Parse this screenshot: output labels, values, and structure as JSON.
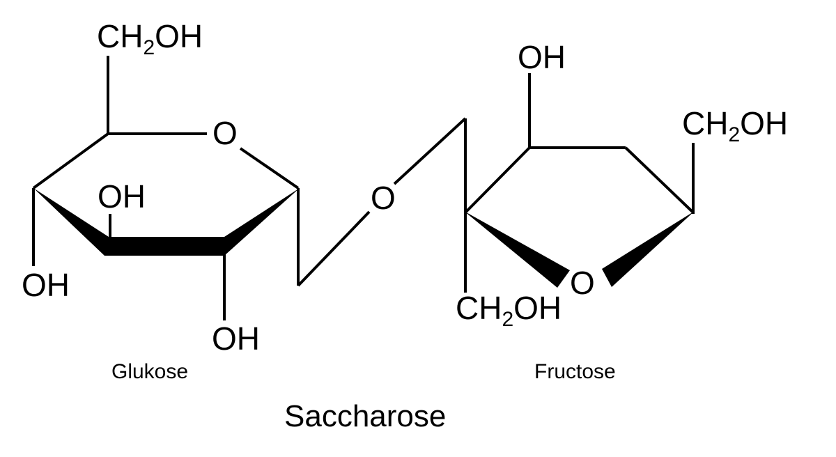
{
  "title": "Saccharose",
  "glucose": {
    "name": "Glukose",
    "ch2oh": {
      "prefix": "CH",
      "subscript": "2",
      "suffix": "OH"
    },
    "ring_oxygen": "O",
    "oh_top": "OH",
    "oh_left": "OH",
    "oh_bottom": "OH"
  },
  "glycosidic_oxygen": "O",
  "fructose": {
    "name": "Fructose",
    "oh_top": "OH",
    "ch2oh_right": {
      "prefix": "CH",
      "subscript": "2",
      "suffix": "OH"
    },
    "ch2oh_bottom": {
      "prefix": "CH",
      "subscript": "2",
      "suffix": "OH"
    },
    "ring_oxygen": "O"
  },
  "colors": {
    "ink": "#000000",
    "background": "#ffffff"
  }
}
